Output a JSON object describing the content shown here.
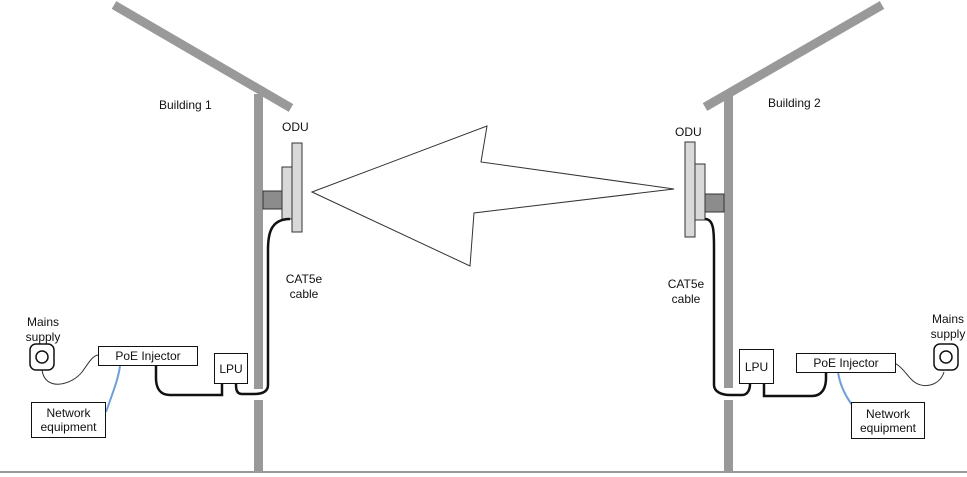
{
  "buildings": {
    "left": {
      "name": "Building 1",
      "odu_label": "ODU",
      "cable_label_line1": "CAT5e",
      "cable_label_line2": "cable",
      "lpu_label": "LPU",
      "poe_label": "PoE Injector",
      "mains_line1": "Mains",
      "mains_line2": "supply",
      "network_line1": "Network",
      "network_line2": "equipment"
    },
    "right": {
      "name": "Building 2",
      "odu_label": "ODU",
      "cable_label_line1": "CAT5e",
      "cable_label_line2": "cable",
      "lpu_label": "LPU",
      "poe_label": "PoE Injector",
      "mains_line1": "Mains",
      "mains_line2": "supply",
      "network_line1": "Network",
      "network_line2": "equipment"
    }
  },
  "colors": {
    "structure": "#999999",
    "cable": "#111111",
    "network_cable": "#6f9fd8",
    "odu_fill": "#d9d9d9",
    "mount_fill": "#8c8c8c"
  },
  "icons": {
    "wireless_link": "lightning-bolt-link-icon",
    "mains_socket": "power-socket-icon"
  }
}
